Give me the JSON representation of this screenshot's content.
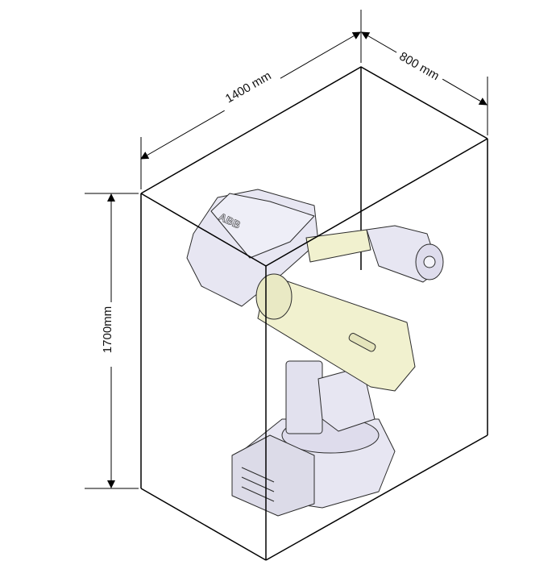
{
  "dimensions": {
    "width": "1400 mm",
    "depth": "800 mm",
    "height": "1700mm"
  },
  "robot": {
    "brand_marking": "ABB",
    "icon": "industrial-robot-arm-icon"
  },
  "colors": {
    "robot_body": "#e7e6f2",
    "robot_arm": "#f1f1cf",
    "line": "#000000"
  }
}
